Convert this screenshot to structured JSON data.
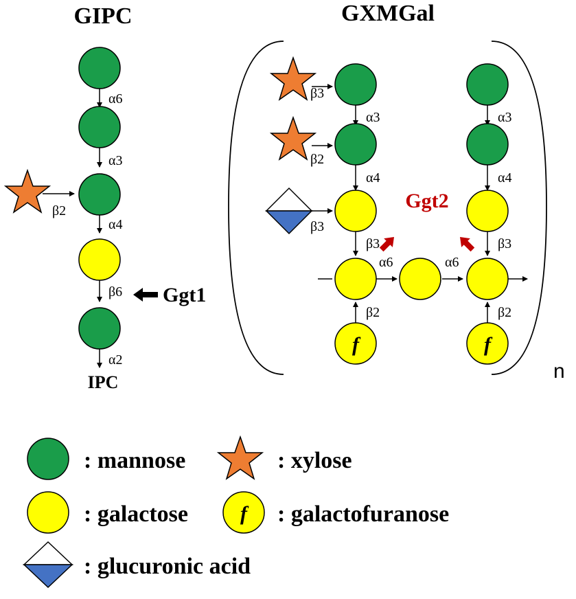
{
  "titles": {
    "gipc": "GIPC",
    "gxmgal": "GXMGal"
  },
  "gipc": {
    "links": [
      "α6",
      "α3",
      "β2",
      "α4",
      "β6",
      "α2"
    ],
    "anchor": "IPC",
    "enzyme": "Ggt1"
  },
  "gxmgal": {
    "left_links": [
      "β3",
      "α3",
      "β2",
      "α4",
      "β3",
      "β3",
      "β2"
    ],
    "middle_links": [
      "α6",
      "α6"
    ],
    "right_links": [
      "α3",
      "α4",
      "β3",
      "β2"
    ],
    "enzyme": "Ggt2",
    "repeat": "n",
    "furanose_glyph": "f"
  },
  "colors": {
    "mannose": "#1a9d4a",
    "galactose": "#ffff00",
    "xylose": "#ee7d32",
    "glucuronic": "#4472c4",
    "ggt2": "#c00000"
  },
  "legend": {
    "mannose": ": mannose",
    "xylose": ": xylose",
    "galactose": ": galactose",
    "galactofuranose": ": galactofuranose",
    "glucuronic": ": glucuronic acid"
  }
}
